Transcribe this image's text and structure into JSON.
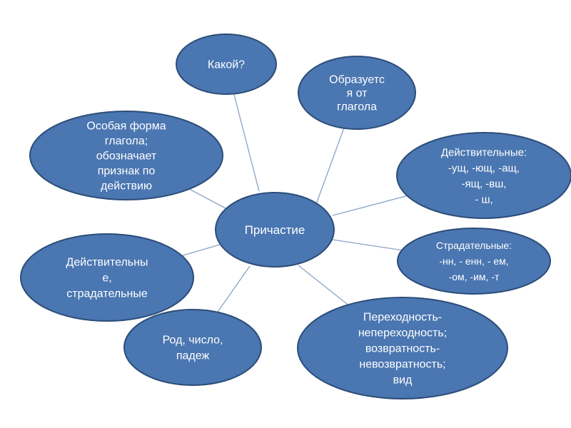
{
  "colors": {
    "node_fill": "#4a76b1",
    "node_stroke": "#2c4d78",
    "edge": "#8aa3c6",
    "text": "#ffffff"
  },
  "center": {
    "lines": [
      "Причастие"
    ]
  },
  "nodes": [
    {
      "id": "kakoy",
      "lines": [
        "Какой?"
      ]
    },
    {
      "id": "obrazuetsya",
      "lines": [
        "Образуетс",
        "я от",
        "глагола"
      ]
    },
    {
      "id": "osobaya-forma",
      "lines": [
        "Особая форма",
        "глагола;",
        "обозначает",
        "признак по",
        "действию"
      ]
    },
    {
      "id": "deystvitelnye-suffixes",
      "lines": [
        "Действительные:",
        "-ущ, -ющ, -ащ,",
        "-ящ, -вш,",
        "- ш,"
      ]
    },
    {
      "id": "stradatelnye-suffixes",
      "lines": [
        "Страдательные:",
        "-нн, - енн, - ем,",
        "-ом, -им, -т"
      ]
    },
    {
      "id": "deystv-stradat",
      "lines": [
        "Действительны",
        "е,",
        "страдательные"
      ]
    },
    {
      "id": "rod-chislo",
      "lines": [
        "Род, число,",
        "падеж"
      ]
    },
    {
      "id": "perehodnost",
      "lines": [
        "Переходность-",
        "непереходность;",
        "возвратность-",
        "невозвратность;",
        "вид"
      ]
    }
  ]
}
